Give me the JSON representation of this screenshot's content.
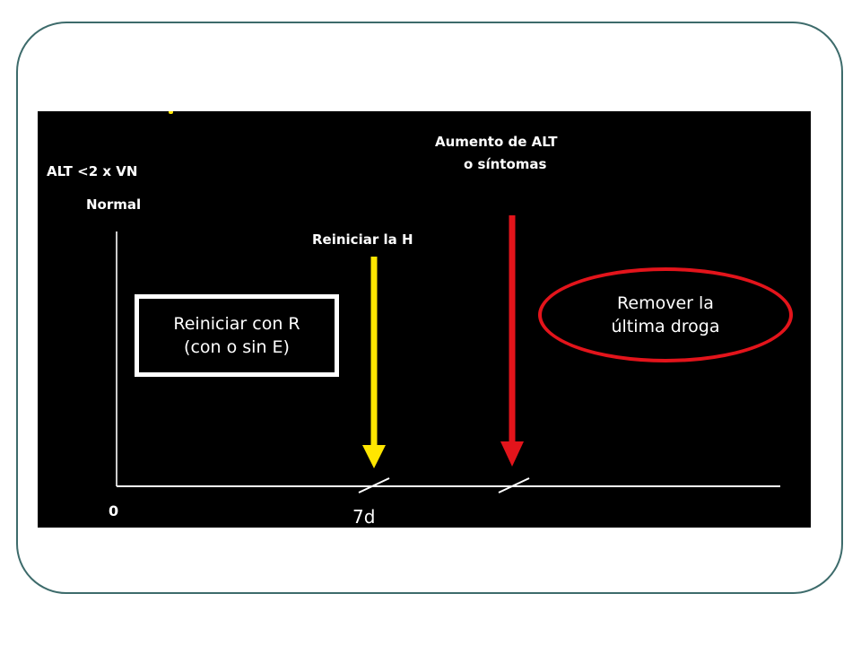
{
  "labels": {
    "alt_threshold": "ALT  <2 x VN",
    "normal": "Normal",
    "reiniciar_h": "Reiniciar la H",
    "aumento_line1": "Aumento de ALT",
    "aumento_line2": "o síntomas",
    "box_line1": "Reiniciar con R",
    "box_line2": "(con o sin E)",
    "oval_line1": "Remover la",
    "oval_line2": "última droga",
    "x_zero": "0",
    "x_7d": "7d"
  },
  "colors": {
    "background": "#000000",
    "frame_border": "#3d6b6b",
    "yellow_arrow": "#ffe600",
    "red_arrow": "#e3141b",
    "text": "#ffffff"
  }
}
